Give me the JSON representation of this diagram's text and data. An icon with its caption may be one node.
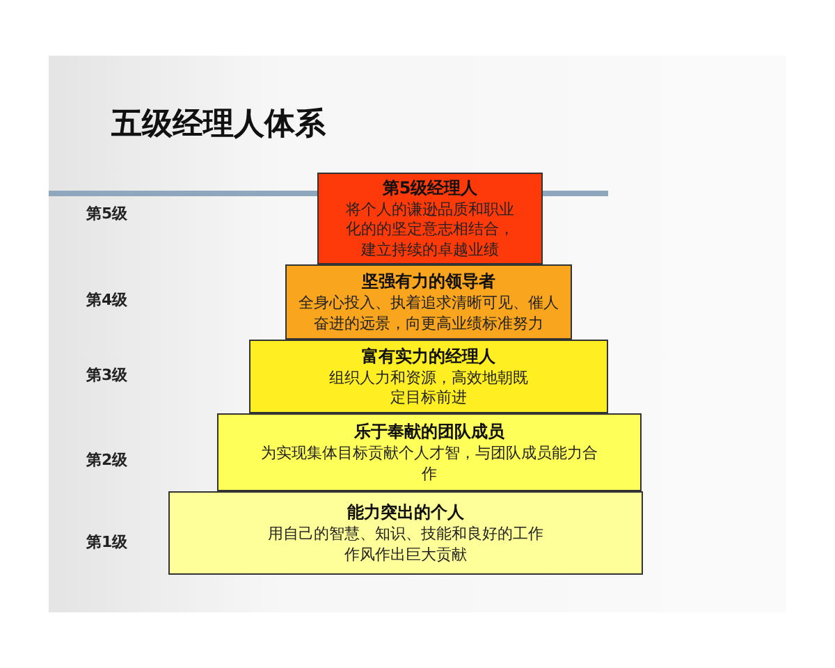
{
  "diagram": {
    "title": "五级经理人体系",
    "nodes": [
      {
        "text": [
          "第5级经理人",
          "将个人的谦逊品质和职业化的的坚定意志相结合，建立持续的卓越业绩"
        ]
      },
      {
        "text": [
          "坚强有力的领导者",
          "全身心投入、执着追求清晰可见、催人奋进的远景，向更高业绩标准努力"
        ]
      },
      {
        "text": [
          "富有实力的经理人",
          "组织人力和资源，高效地朝既定目标前进"
        ]
      },
      {
        "text": [
          "乐于奉献的团队成员",
          "为实现集体目标贡献个人才智，与团队成员能力合作"
        ]
      },
      {
        "text": [
          "能力突出的个人",
          "用自己的智慧、知识、技能和良好的工作作风作出巨大贡献"
        ]
      }
    ],
    "labels": [
      "第5级",
      "第4级",
      "第3级",
      "第2级",
      "第1级"
    ]
  }
}
